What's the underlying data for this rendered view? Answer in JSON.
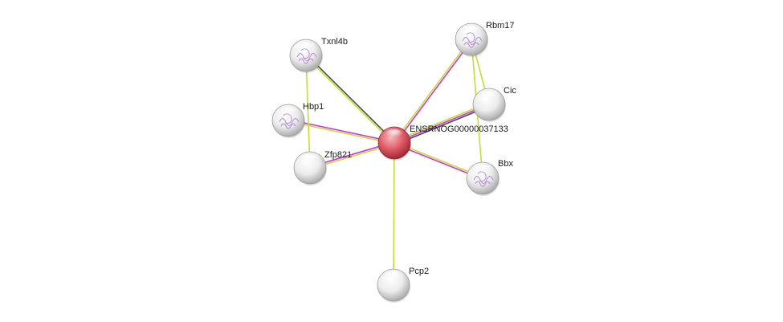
{
  "nodes": [
    {
      "id": "center",
      "label": "ENSRNOG00000037133",
      "kind": "query",
      "structure": false
    },
    {
      "id": "txnl4b",
      "label": "Txnl4b",
      "kind": "partner",
      "structure": true
    },
    {
      "id": "rbm17",
      "label": "Rbm17",
      "kind": "partner",
      "structure": true
    },
    {
      "id": "cic",
      "label": "Cic",
      "kind": "partner",
      "structure": false
    },
    {
      "id": "hbp1",
      "label": "Hbp1",
      "kind": "partner",
      "structure": true
    },
    {
      "id": "zfp821",
      "label": "Zfp821",
      "kind": "partner",
      "structure": false
    },
    {
      "id": "bbx",
      "label": "Bbx",
      "kind": "partner",
      "structure": true
    },
    {
      "id": "pcp2",
      "label": "Pcp2",
      "kind": "partner",
      "structure": false
    }
  ],
  "edges": [
    {
      "from": "center",
      "to": "txnl4b",
      "evidence": [
        "textmining",
        "coexpression"
      ]
    },
    {
      "from": "center",
      "to": "rbm17",
      "evidence": [
        "textmining",
        "experiments"
      ]
    },
    {
      "from": "center",
      "to": "cic",
      "evidence": [
        "textmining",
        "experiments",
        "coexpression"
      ]
    },
    {
      "from": "center",
      "to": "hbp1",
      "evidence": [
        "textmining",
        "experiments"
      ]
    },
    {
      "from": "center",
      "to": "zfp821",
      "evidence": [
        "textmining",
        "experiments"
      ]
    },
    {
      "from": "center",
      "to": "bbx",
      "evidence": [
        "textmining",
        "experiments"
      ]
    },
    {
      "from": "center",
      "to": "pcp2",
      "evidence": [
        "textmining"
      ]
    },
    {
      "from": "txnl4b",
      "to": "zfp821",
      "evidence": [
        "textmining"
      ]
    },
    {
      "from": "rbm17",
      "to": "cic",
      "evidence": [
        "textmining"
      ]
    },
    {
      "from": "rbm17",
      "to": "bbx",
      "evidence": [
        "textmining"
      ]
    }
  ],
  "colors": {
    "textmining": "#c5dd3a",
    "experiments": "#c93bd3",
    "coexpression": "#4a4a4a",
    "query_node": "#e05a64",
    "partner_node": "#e9e9e9"
  }
}
